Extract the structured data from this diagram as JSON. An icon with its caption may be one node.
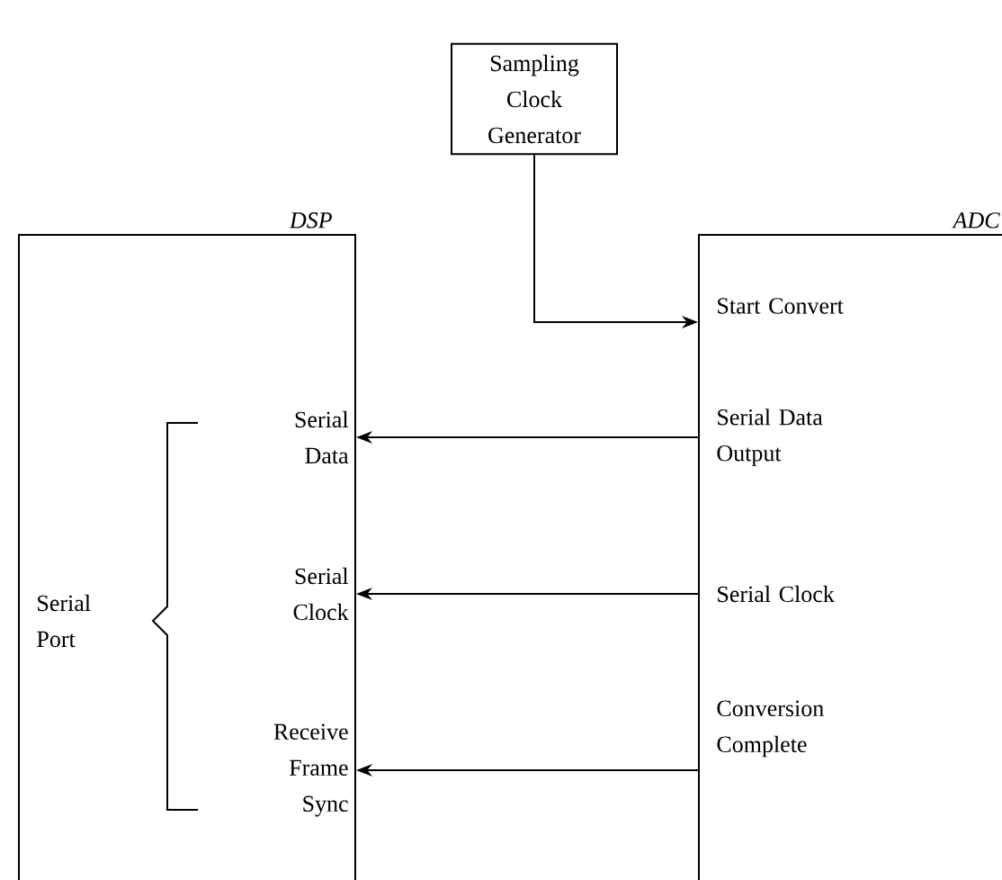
{
  "diagram": {
    "nodes": [
      {
        "text": [
          "Sampling Clock Generator"
        ]
      },
      {
        "text": [
          "DSP"
        ]
      },
      {
        "text": [
          "Serial Data"
        ],
        "in": 1
      },
      {
        "text": [
          "Serial Clock"
        ],
        "in": 1
      },
      {
        "text": [
          "Receive Frame Sync"
        ],
        "in": 1
      },
      {
        "text": [
          "ADC"
        ]
      },
      {
        "text": [
          "Start Convert"
        ],
        "in": 5
      },
      {
        "text": [
          "Serial Data Output"
        ],
        "in": 5
      },
      {
        "text": [
          "Serial Clock"
        ],
        "in": 5
      },
      {
        "text": [
          "Conversion Complete"
        ],
        "in": 5
      }
    ],
    "edges": [
      {
        "from": 0,
        "to": 6,
        "arrow": "to"
      },
      {
        "from": 7,
        "to": 2,
        "arrow": "to"
      },
      {
        "from": 8,
        "to": 3,
        "arrow": "to"
      },
      {
        "from": 9,
        "to": 4,
        "arrow": "to"
      }
    ],
    "labels": [
      "Serial Port"
    ]
  }
}
